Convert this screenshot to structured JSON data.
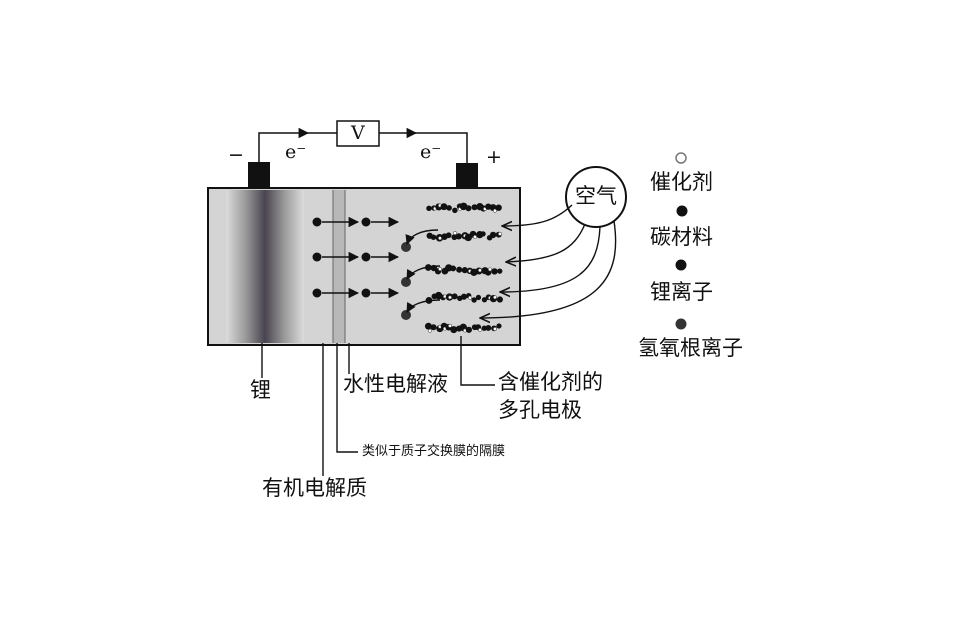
{
  "circuit": {
    "minus": "−",
    "plus": "+",
    "electron_left": "e⁻",
    "electron_right": "e⁻",
    "voltmeter": "V"
  },
  "air_label": "空气",
  "legend": [
    {
      "label": "催化剂",
      "marker": "hollow-circle"
    },
    {
      "label": "碳材料",
      "marker": "black-dot"
    },
    {
      "label": "锂离子",
      "marker": "black-dot"
    },
    {
      "label": "氢氧根离子",
      "marker": "dark-dot"
    }
  ],
  "labels": {
    "lithium": "锂",
    "aqueous_electrolyte": "水性电解液",
    "porous_electrode_line1": "含催化剂的",
    "porous_electrode_line2": "多孔电极",
    "separator": "类似于质子交换膜的隔膜",
    "organic_electrolyte": "有机电解质"
  },
  "colors": {
    "ink": "#111111",
    "cell_fill": "#d4d4d4",
    "background": "#ffffff"
  }
}
